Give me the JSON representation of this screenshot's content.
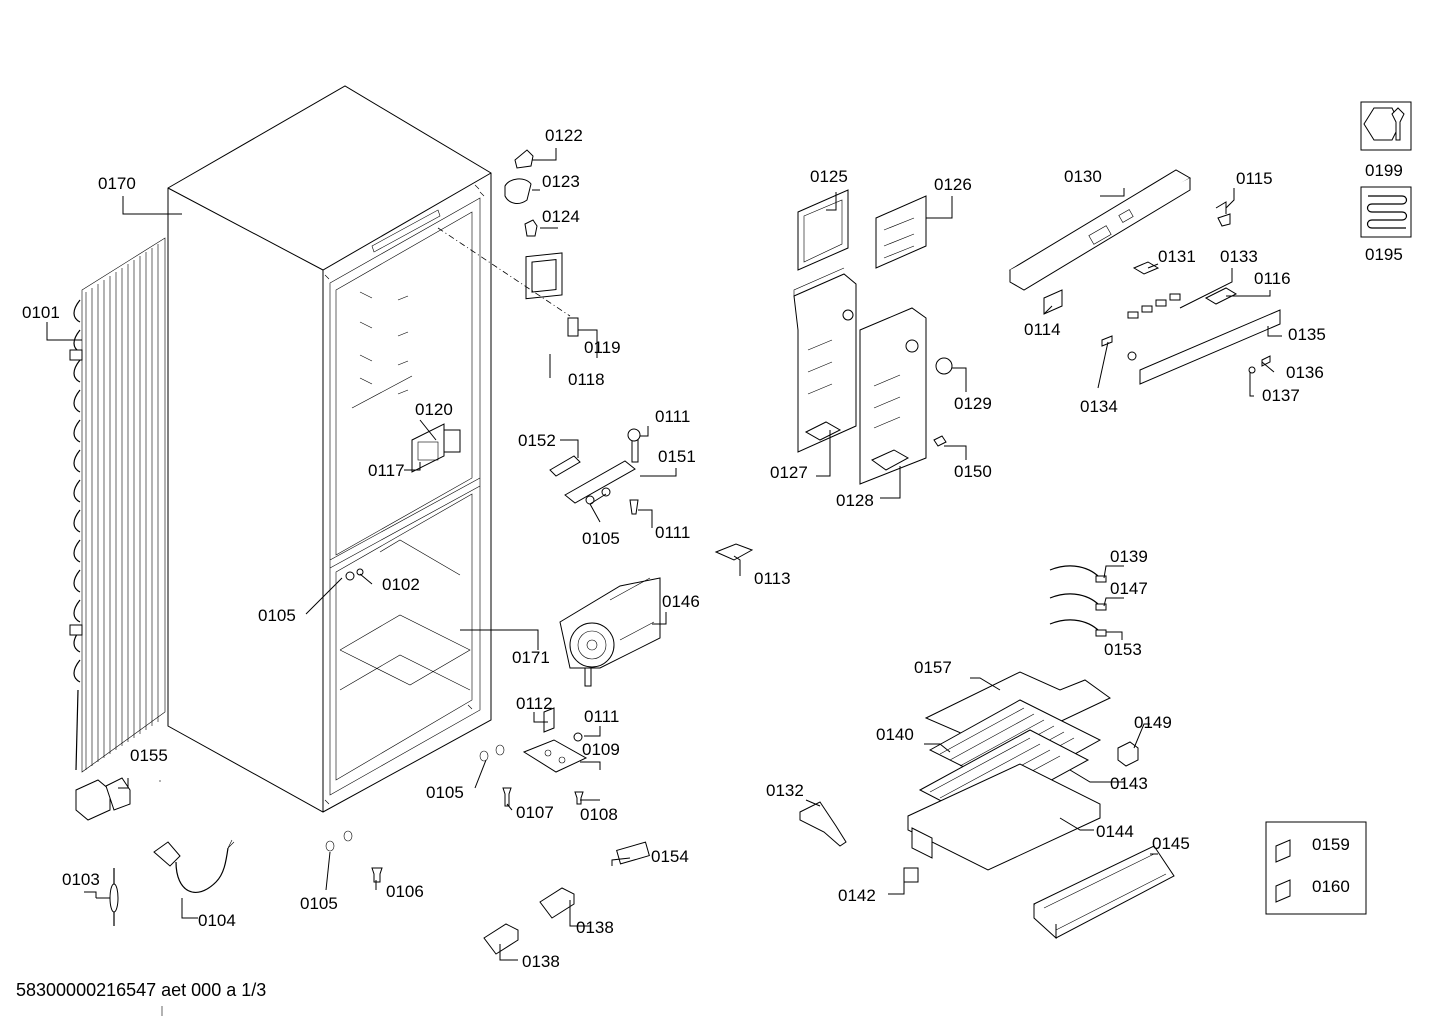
{
  "labels": {
    "l0101": "0101",
    "l0102": "0102",
    "l0103": "0103",
    "l0104": "0104",
    "l0105": "0105",
    "l0106": "0106",
    "l0107": "0107",
    "l0108": "0108",
    "l0109": "0109",
    "l0111": "0111",
    "l0112": "0112",
    "l0113": "0113",
    "l0114": "0114",
    "l0115": "0115",
    "l0116": "0116",
    "l0117": "0117",
    "l0118": "0118",
    "l0119": "0119",
    "l0120": "0120",
    "l0122": "0122",
    "l0123": "0123",
    "l0124": "0124",
    "l0125": "0125",
    "l0126": "0126",
    "l0127": "0127",
    "l0128": "0128",
    "l0129": "0129",
    "l0130": "0130",
    "l0131": "0131",
    "l0132": "0132",
    "l0133": "0133",
    "l0134": "0134",
    "l0135": "0135",
    "l0136": "0136",
    "l0137": "0137",
    "l0138": "0138",
    "l0139": "0139",
    "l0140": "0140",
    "l0142": "0142",
    "l0143": "0143",
    "l0144": "0144",
    "l0145": "0145",
    "l0146": "0146",
    "l0147": "0147",
    "l0149": "0149",
    "l0150": "0150",
    "l0151": "0151",
    "l0152": "0152",
    "l0153": "0153",
    "l0154": "0154",
    "l0155": "0155",
    "l0157": "0157",
    "l0159": "0159",
    "l0160": "0160",
    "l0170": "0170",
    "l0171": "0171",
    "l0195": "0195",
    "l0199": "0199"
  },
  "footer": {
    "document_id": "58300000216547 aet 000 a 1/3"
  },
  "icons": {
    "i0199": "wrench-nut-icon",
    "i0195": "heating-coil-icon"
  }
}
